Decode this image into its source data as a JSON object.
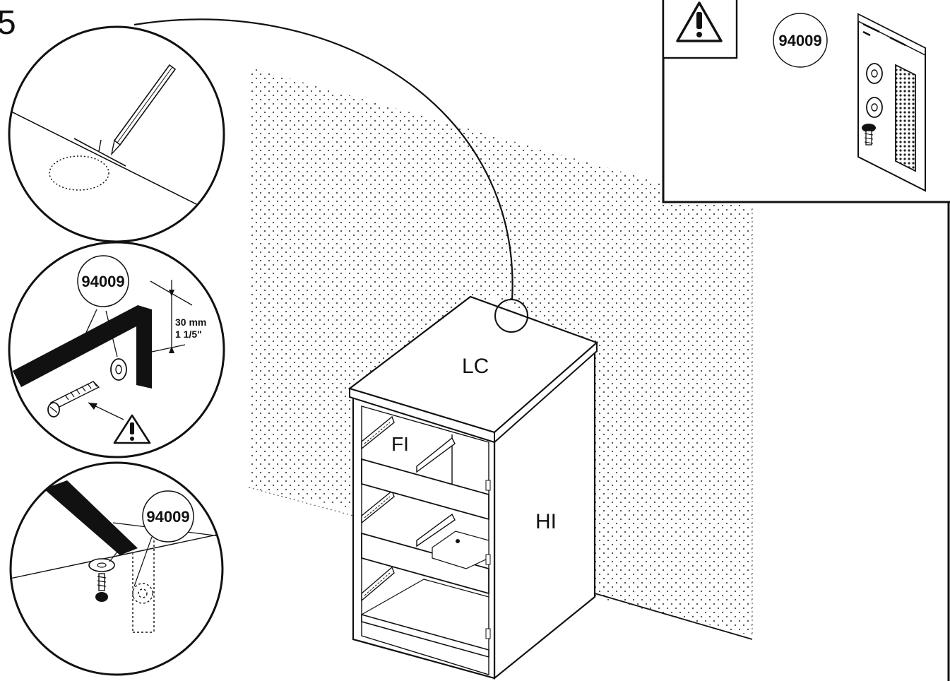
{
  "step": {
    "number": "5"
  },
  "part_number": "94009",
  "labels": {
    "top_panel": "LC",
    "front_panel": "FI",
    "side_panel": "HI"
  },
  "dimension": {
    "metric": "30 mm",
    "imperial": "1 1/5\""
  },
  "icons": {
    "warning": "warning-triangle-icon",
    "pencil": "pencil-icon",
    "screw": "screw-icon",
    "washer": "washer-icon",
    "strap": "wall-strap-icon",
    "hardware_bag": "hardware-bag-icon"
  },
  "colors": {
    "ink": "#111111",
    "paper": "#ffffff",
    "wall_dots": "#444444"
  }
}
